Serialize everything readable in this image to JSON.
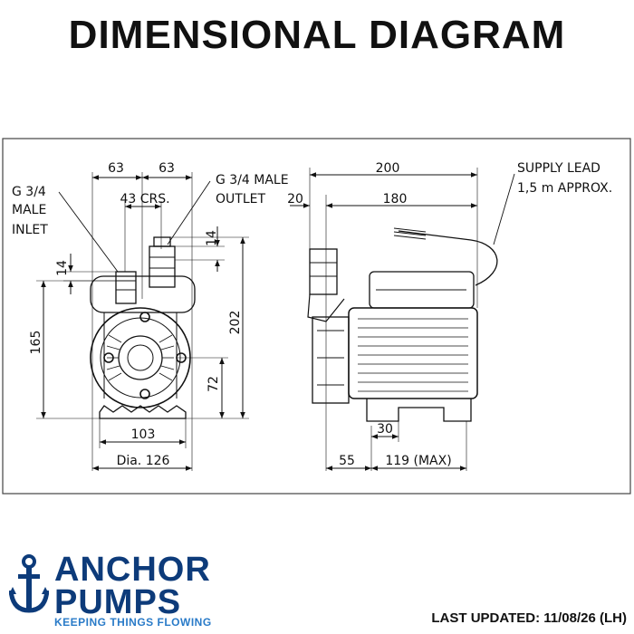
{
  "title": "DIMENSIONAL DIAGRAM",
  "front_view": {
    "dims": {
      "left_63": "63",
      "right_63": "63",
      "crs": "43 CRS.",
      "inlet_14": "14",
      "outlet_14": "14",
      "h165": "165",
      "h202": "202",
      "h72": "72",
      "w103": "103",
      "dia": "Dia. 126"
    },
    "callouts": {
      "inlet": [
        "G 3/4",
        "MALE",
        "INLET"
      ],
      "outlet": [
        "G 3/4 MALE",
        "OUTLET"
      ]
    }
  },
  "side_view": {
    "dims": {
      "w200": "200",
      "w20": "20",
      "w180": "180",
      "w30": "30",
      "w55": "55",
      "w119": "119 (MAX)"
    },
    "callouts": {
      "supply": [
        "SUPPLY LEAD",
        "1,5 m APPROX."
      ]
    }
  },
  "brand": {
    "line1": "ANCHOR",
    "line2": "PUMPS",
    "tagline": "KEEPING THINGS FLOWING",
    "color": "#0d3b7a",
    "accent": "#2a7bc8"
  },
  "last_updated": "LAST UPDATED: 11/08/26 (LH)"
}
